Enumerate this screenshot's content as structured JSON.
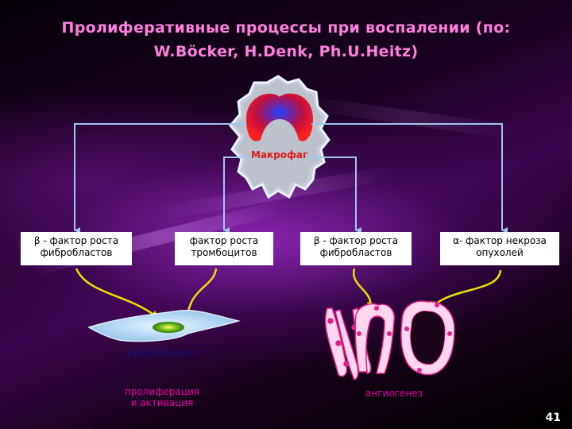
{
  "title_line1": "Пролиферативные процессы при воспалении (по:",
  "title_line2": "W.Böcker, H.Denk, Ph.U.Heitz)",
  "macrophage_label": "Макрофаг",
  "factors": [
    {
      "line1": "β -  фактор роста",
      "line2": "фибробластов"
    },
    {
      "line1": "фактор роста",
      "line2": "тромбоцитов"
    },
    {
      "line1": "β - фактор роста",
      "line2": "фибробластов"
    },
    {
      "line1": "α- фактор некроза",
      "line2": "опухолей"
    }
  ],
  "fibroblast_label": "фибробласт",
  "proliferation_line1": "пролиферация",
  "proliferation_line2": "и активация",
  "angiogenesis_label": "ангиогенез",
  "page_number": "41",
  "colors": {
    "title": "#ff7fe0",
    "connector": "#9fc6f0",
    "curve": "#f0e000",
    "pink_label": "#e000a0",
    "dark_label": "#1b0c60"
  }
}
